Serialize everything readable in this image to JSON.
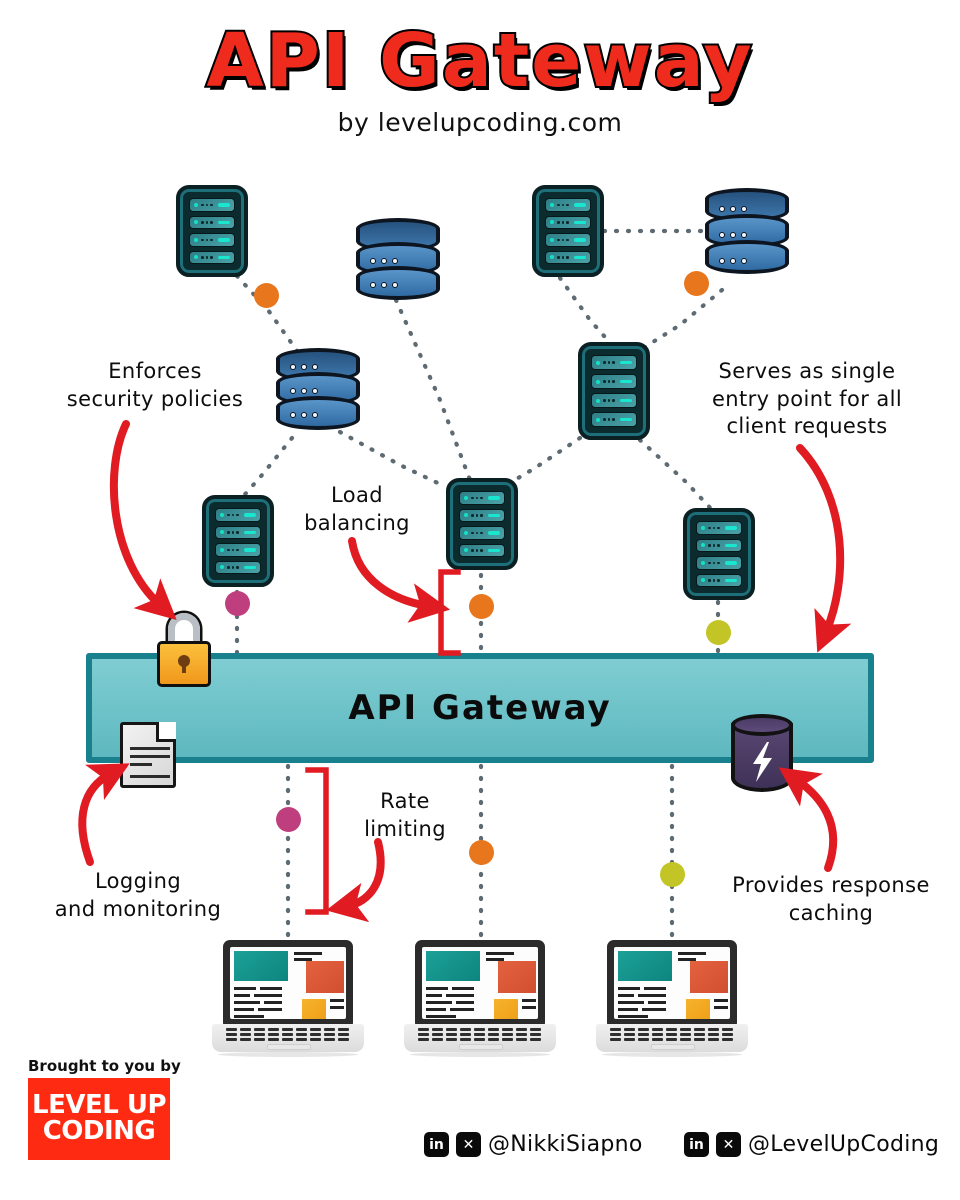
{
  "header": {
    "title": "API Gateway",
    "subtitle": "by levelupcoding.com"
  },
  "gateway": {
    "label": "API Gateway"
  },
  "annotations": [
    {
      "id": "security",
      "text": "Enforces\nsecurity policies"
    },
    {
      "id": "entrypoint",
      "text": "Serves as single\nentry point for all\nclient requests"
    },
    {
      "id": "loadbalancing",
      "text": "Load\nbalancing"
    },
    {
      "id": "logging",
      "text": "Logging\nand monitoring"
    },
    {
      "id": "ratelimit",
      "text": "Rate\nlimiting"
    },
    {
      "id": "caching",
      "text": "Provides response\ncaching"
    }
  ],
  "icons": {
    "lock": "lock-icon",
    "document": "document-icon",
    "cache": "cache-cylinder-icon",
    "bolt": "lightning-bolt-icon"
  },
  "nodes": {
    "servers": [
      {
        "name": "server-top-left"
      },
      {
        "name": "server-top-right"
      },
      {
        "name": "server-mid-right"
      },
      {
        "name": "server-left"
      },
      {
        "name": "server-center"
      },
      {
        "name": "server-right"
      }
    ],
    "databases": [
      {
        "name": "database-top-center"
      },
      {
        "name": "database-top-right"
      },
      {
        "name": "database-mid-left"
      }
    ],
    "clients": [
      {
        "name": "client-laptop-1"
      },
      {
        "name": "client-laptop-2"
      },
      {
        "name": "client-laptop-3"
      }
    ]
  },
  "colors": {
    "title_red": "#ef2b1d",
    "gateway_fill": "#6cc2c8",
    "gateway_border": "#19808d",
    "arrow_red": "#e01b22",
    "dot_orange": "#e8761d",
    "dot_pink": "#bf3f7e",
    "dot_olive": "#c3c425",
    "server_teal": "#2e7e86",
    "database_blue": "#3e77ac",
    "cache_purple": "#4b3c66",
    "lock_orange": "#f0971b",
    "logo_red": "#ff2a12",
    "link_gray": "#5e6b73"
  },
  "footer": {
    "brought_by": "Brought to you by",
    "logo_line1": "LEVEL UP",
    "logo_line2": "CODING",
    "socials": [
      {
        "linkedin": "in",
        "x": "✕",
        "handle": "@NikkiSiapno"
      },
      {
        "linkedin": "in",
        "x": "✕",
        "handle": "@LevelUpCoding"
      }
    ]
  }
}
